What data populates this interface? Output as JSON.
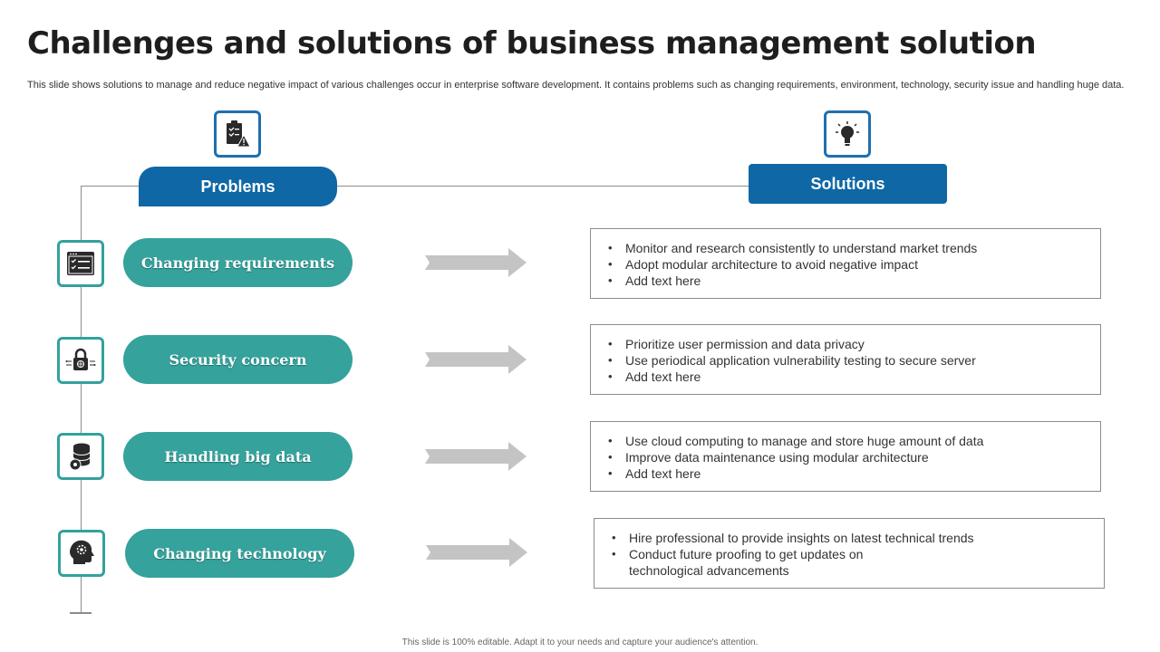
{
  "title": "Challenges and solutions of business management solution",
  "subtitle": "This slide shows solutions to manage and reduce negative impact of various challenges occur in enterprise software development. It contains problems such as changing requirements, environment, technology, security issue and handling huge data.",
  "headers": {
    "problems": "Problems",
    "solutions": "Solutions"
  },
  "rows": [
    {
      "problem": "Changing requirements",
      "icon": "checklist-window-icon",
      "solutions": [
        "Monitor and research consistently to understand market trends",
        "Adopt modular architecture to avoid negative impact",
        "Add text here"
      ]
    },
    {
      "problem": "Security concern",
      "icon": "padlock-icon",
      "solutions": [
        "Prioritize user permission and data privacy",
        "Use periodical application vulnerability  testing to secure server",
        "Add text here"
      ]
    },
    {
      "problem": "Handling big data",
      "icon": "database-gear-icon",
      "solutions": [
        "Use cloud computing to manage and store huge amount of data",
        "Improve data maintenance using modular architecture",
        "Add text here"
      ]
    },
    {
      "problem": "Changing technology",
      "icon": "head-gear-icon",
      "solutions": [
        "Hire professional to provide insights on latest technical trends",
        "Conduct future proofing to get updates on technological advancements"
      ]
    }
  ],
  "footer": "This slide is 100% editable.  Adapt it to your needs and capture your audience's attention.",
  "colors": {
    "teal": "#35a29c",
    "blue": "#0f67a6",
    "arrow": "#c4c4c4"
  }
}
